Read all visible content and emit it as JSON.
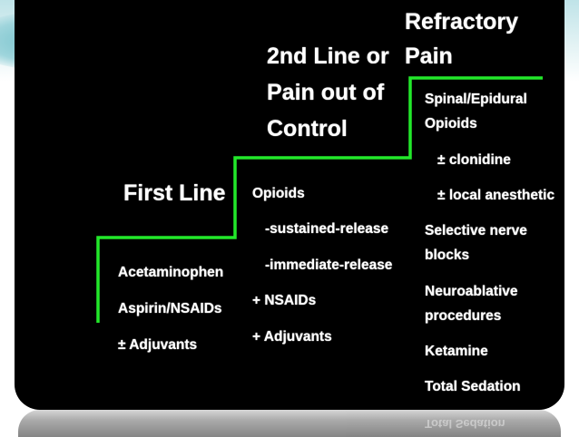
{
  "steps": [
    {
      "heading": [
        "First Line"
      ],
      "items": [
        "Acetaminophen",
        "Aspirin/NSAIDs",
        "± Adjuvants"
      ]
    },
    {
      "heading": [
        "2nd Line or",
        "Pain out of",
        "Control"
      ],
      "items": [
        "Opioids",
        "-sustained-release",
        "-immediate-release",
        "+ NSAIDs",
        "+ Adjuvants"
      ]
    },
    {
      "heading": [
        "Refractory",
        "Pain"
      ],
      "items": [
        "Spinal/Epidural",
        "Opioids",
        "± clonidine",
        "± local anesthetic",
        "Selective nerve",
        "blocks",
        "Neuroablative",
        "procedures",
        "Ketamine",
        "Total Sedation"
      ]
    }
  ],
  "reflection_text": "Total Sedation",
  "colors": {
    "stair_line": "#22e82a",
    "slide_bg": "#000000",
    "text": "#ffffff"
  }
}
